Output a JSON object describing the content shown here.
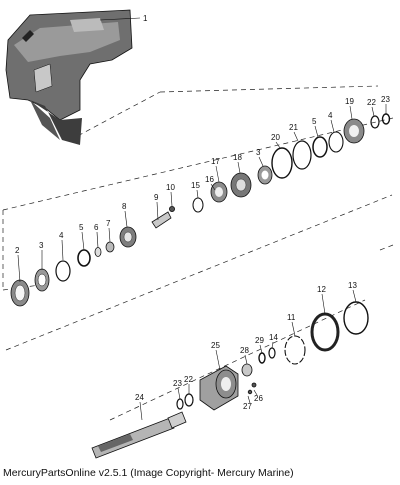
{
  "caption": "MercuryPartsOnline v2.5.1 (Image Copyright- Mercury Marine)",
  "callouts": {
    "c1": "1",
    "c2": "2",
    "c3a": "3",
    "c3b": "3",
    "c4a": "4",
    "c4b": "4",
    "c5a": "5",
    "c5b": "5",
    "c6": "6",
    "c7": "7",
    "c8": "8",
    "c9": "9",
    "c10": "10",
    "c11": "11",
    "c12": "12",
    "c13": "13",
    "c14": "14",
    "c15": "15",
    "c16": "16",
    "c17": "17",
    "c18": "18",
    "c19": "19",
    "c20": "20",
    "c21": "21",
    "c22a": "22",
    "c22b": "22",
    "c23a": "23",
    "c23b": "23",
    "c24": "24",
    "c25": "25",
    "c26": "26",
    "c27": "27",
    "c28": "28",
    "c29": "29"
  }
}
